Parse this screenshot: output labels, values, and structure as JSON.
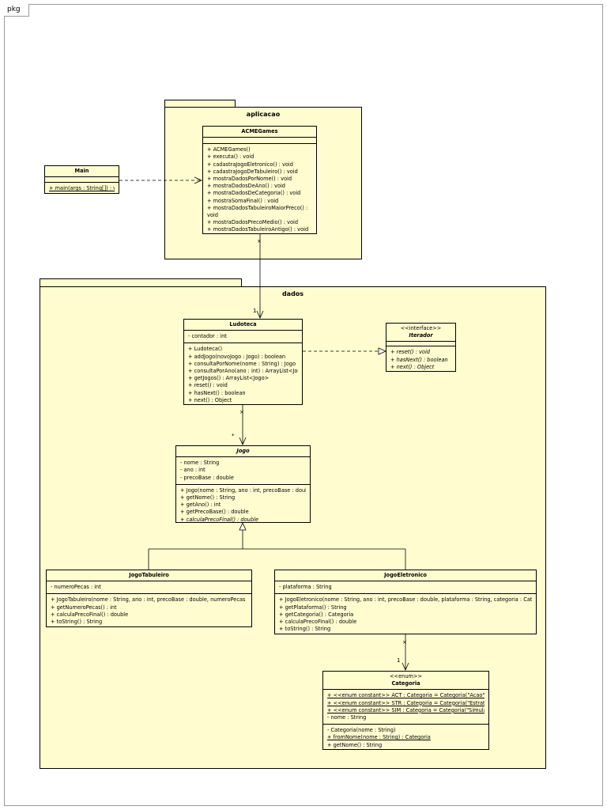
{
  "frame": {
    "label": "pkg"
  },
  "packages": {
    "aplicacao": "aplicacao",
    "dados": "dados"
  },
  "main": {
    "name": "Main",
    "methods": [
      "+ main(args : String[]) : void"
    ]
  },
  "acme": {
    "name": "ACMEGames",
    "methods": [
      "+ ACMEGames()",
      "+ executa() : void",
      "+ cadastraJogoEletronico() : void",
      "+ cadastraJogoDeTabuleiro() : void",
      "+ mostraDadosPorNome() : void",
      "+ mostraDadosDeAno() : void",
      "+ mostraDadosDeCategoria() : void",
      "+ mostraSomaFinal() : void",
      "+ mostraDadosTabuleiroMaiorPreco() :",
      "void",
      "+ mostraDadosPrecoMedio() : void",
      "+ mostraDadosTabuleiroAntigo() : void"
    ]
  },
  "ludoteca": {
    "name": "Ludoteca",
    "attributes": [
      "- contador : int"
    ],
    "methods": [
      "+ Ludoteca()",
      "+ addJogo(novoJogo : Jogo) : boolean",
      "+ consultaPorNome(nome : String) : Jogo",
      "+ consultaPorAno(ano : int) : ArrayList<Jogo>",
      "+ getJogos() : ArrayList<Jogo>",
      "+ reset() : void",
      "+ hasNext() : boolean",
      "+ next() : Object"
    ]
  },
  "iterador": {
    "stereotype": "<<interface>>",
    "name": "Iterador",
    "methods": [
      "+ reset() : void",
      "+ hasNext() : boolean",
      "+ next() : Object"
    ]
  },
  "jogo": {
    "name": "Jogo",
    "attributes": [
      "- nome : String",
      "- ano : int",
      "- precoBase : double"
    ],
    "methods": [
      "+ Jogo(nome : String, ano : int, precoBase : double)",
      "+ getNome() : String",
      "+ getAno() : int",
      "+ getPrecoBase() : double",
      "+ calculaPrecoFinal() : double"
    ]
  },
  "jogoTabuleiro": {
    "name": "JogoTabuleiro",
    "attributes": [
      "- numeroPecas : int"
    ],
    "methods": [
      "+ JogoTabuleiro(nome : String, ano : int, precoBase : double, numeroPecas : int)",
      "+ getNumeroPecas() : int",
      "+ calculaPrecoFinal() : double",
      "+ toString() : String"
    ]
  },
  "jogoEletronico": {
    "name": "JogoEletronico",
    "attributes": [
      "- plataforma : String"
    ],
    "methods": [
      "+ JogoEletronico(nome : String, ano : int, precoBase : double, plataforma : String, categoria : Categoria)",
      "+ getPlataforma() : String",
      "+ getCategoria() : Categoria",
      "+ calculaPrecoFinal() : double",
      "+ toString() : String"
    ]
  },
  "categoria": {
    "stereotype": "<<enum>>",
    "name": "Categoria",
    "constants": [
      "+ <<enum constant>> ACT : Categoria = Categoria(\"Acao\")",
      "+ <<enum constant>> STR : Categoria = Categoria(\"Estrategia\")",
      "+ <<enum constant>> SIM : Categoria = Categoria(\"Simulacao\")"
    ],
    "attributes": [
      "- nome : String"
    ],
    "methods": [
      "- Categoria(nome : String)",
      "+ fromNome(nome : String) : Categoria",
      "+ getNome() : String"
    ]
  },
  "multiplicities": {
    "acme_ludoteca_target": "1",
    "acme_ludoteca_source": "×",
    "ludoteca_jogo_source": "×",
    "ludoteca_jogo_target": "*",
    "eletronico_categoria_source": "×",
    "eletronico_categoria_target": "1"
  }
}
